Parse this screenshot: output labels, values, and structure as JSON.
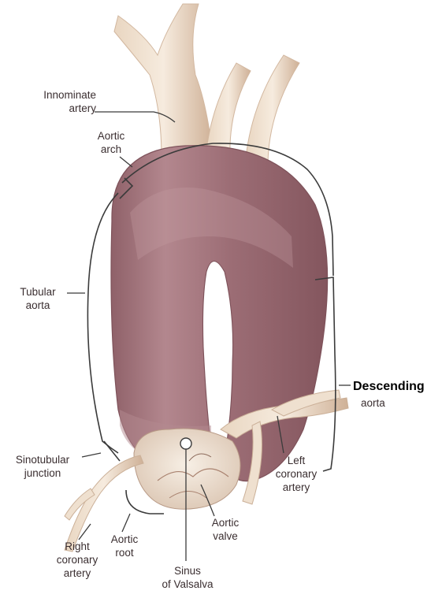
{
  "labels": {
    "innominate_artery": "Innominate\nartery",
    "aortic_arch": "Aortic\narch",
    "tubular_aorta": "Tubular\naorta",
    "descending": "Descending",
    "aorta": "aorta",
    "sinotubular_junction": "Sinotubular\njunction",
    "left_coronary_artery": "Left\ncoronary\nartery",
    "aortic_valve": "Aortic\nvalve",
    "right_coronary_artery": "Right\ncoronary\nartery",
    "aortic_root": "Aortic\nroot",
    "sinus_of_valsalva": "Sinus\nof Valsalva"
  },
  "colors": {
    "aorta_base": "#a77a82",
    "aorta_dark": "#8a5c64",
    "aorta_light": "#c59aa0",
    "vessel": "#ead7c2",
    "vessel_shadow": "#c9ab93",
    "root": "#efe2d2",
    "line": "#3b3b3b"
  }
}
